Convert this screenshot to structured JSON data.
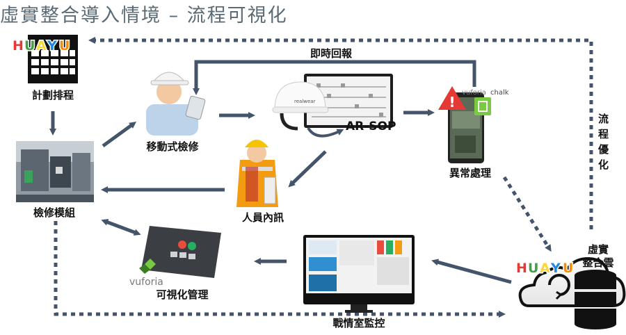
{
  "title": "虛實整合導入情境 – 流程可視化",
  "brand": {
    "letters": [
      "H",
      "U",
      "A",
      "Y",
      "U"
    ],
    "colors": [
      "#e53935",
      "#43a047",
      "#fdd835",
      "#1e88e5",
      "#fb8c00"
    ]
  },
  "nodes": {
    "schedule": "計劃排程",
    "mobile_inspection": "移動式檢修",
    "ar_sop": "AR-SOP",
    "exception": "異常處理",
    "inspection_module": "檢修模組",
    "staff_comm": "人員內訊",
    "cloud_line1": "虛實",
    "cloud_line2": "整合雲",
    "visual_mgmt": "可視化管理",
    "war_room": "戰情室監控"
  },
  "edge_labels": {
    "realtime_report": "即時回報",
    "process_opt": [
      "流",
      "程",
      "優",
      "化"
    ]
  },
  "brands": {
    "vuforia_chalk_a": "vuforia",
    "vuforia_chalk_b": "chalk",
    "vuforia": "vuforia",
    "helmet_mark": "realwear"
  },
  "colors": {
    "arrow": "#44546a",
    "title": "#5b6b76"
  }
}
